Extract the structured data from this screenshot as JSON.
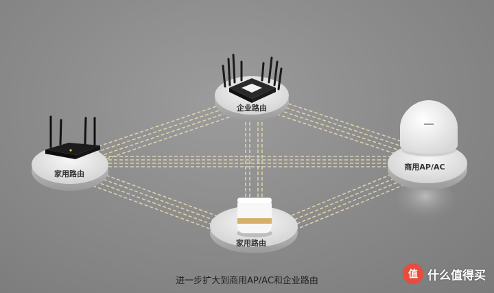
{
  "nodes": {
    "enterprise_top": {
      "label": "企业路由"
    },
    "home_left": {
      "label": "家用路由"
    },
    "commercial_right": {
      "label": "商用AP/AC"
    },
    "home_bottom": {
      "label": "家用路由"
    }
  },
  "caption": "进一步扩大到商用AP/AC和企业路由",
  "watermark": {
    "text": "什么值得买",
    "badge_glyph": "值",
    "icon": "smzdm-logo-icon"
  },
  "colors": {
    "link": "#e8dcb0",
    "platform": "#ececec",
    "watermark": "#e74c3c"
  }
}
